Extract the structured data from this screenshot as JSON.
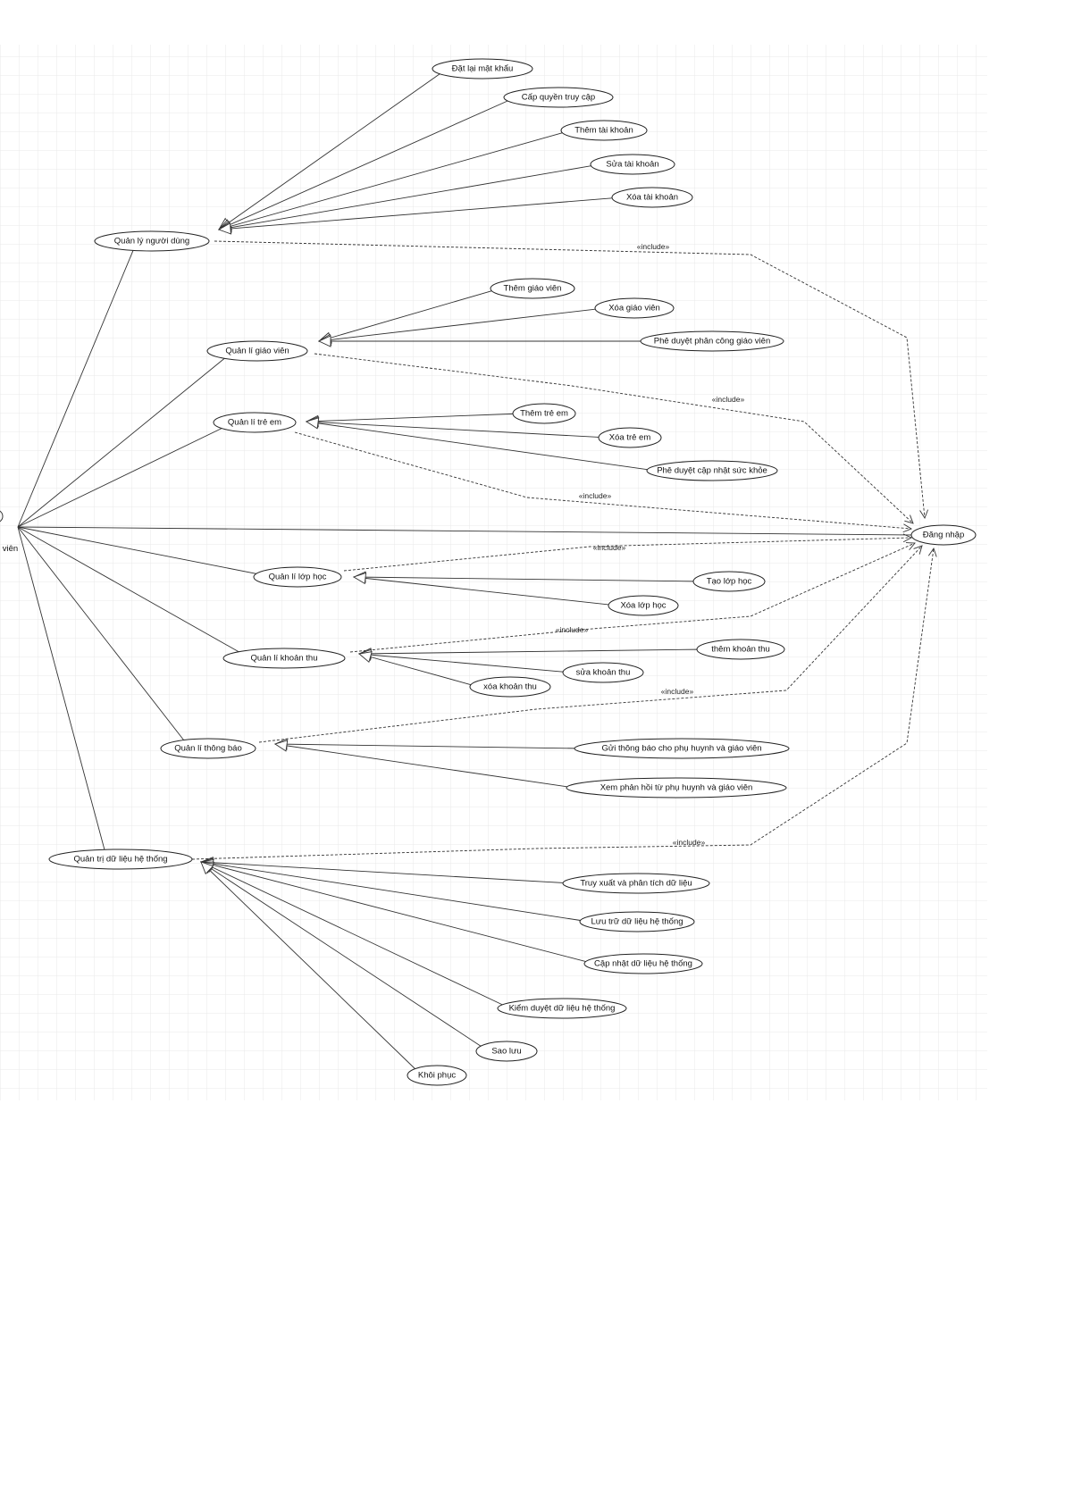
{
  "actor": {
    "label": "i viên"
  },
  "login": {
    "label": "Đăng nhập"
  },
  "stereotype": "«include»",
  "groups": [
    {
      "label": "Quản lý người dùng",
      "children": [
        "Đặt lại mật khẩu",
        "Cấp quyền truy cập",
        "Thêm tài khoản",
        "Sửa tài khoản",
        "Xóa tài khoản"
      ]
    },
    {
      "label": "Quản lí giáo viên",
      "children": [
        "Thêm giáo viên",
        "Xóa giáo viên",
        "Phê duyệt phân công giáo viên"
      ]
    },
    {
      "label": "Quản lí trẻ em",
      "children": [
        "Thêm trẻ em",
        "Xóa trẻ em",
        "Phê duyệt cập nhật sức khỏe"
      ]
    },
    {
      "label": "Quản lí lớp học",
      "children": [
        "Tạo lớp học",
        "Xóa lớp học"
      ]
    },
    {
      "label": "Quản lí khoản thu",
      "children": [
        "thêm khoản thu",
        "sửa khoản thu",
        "xóa khoản thu"
      ]
    },
    {
      "label": "Quản lí thông báo",
      "children": [
        "Gửi thông báo cho phụ huynh và giáo viên",
        "Xem phản hồi từ phụ huynh và giáo viên"
      ]
    },
    {
      "label": "Quản trị dữ liệu hệ thống",
      "children": [
        "Truy xuất và phân tích dữ liệu",
        "Lưu trữ dữ liệu hệ thống",
        "Cập nhật dữ liệu hệ thống",
        "Kiểm duyệt dữ liệu hệ thống",
        "Sao lưu",
        "Khôi phục"
      ]
    }
  ]
}
